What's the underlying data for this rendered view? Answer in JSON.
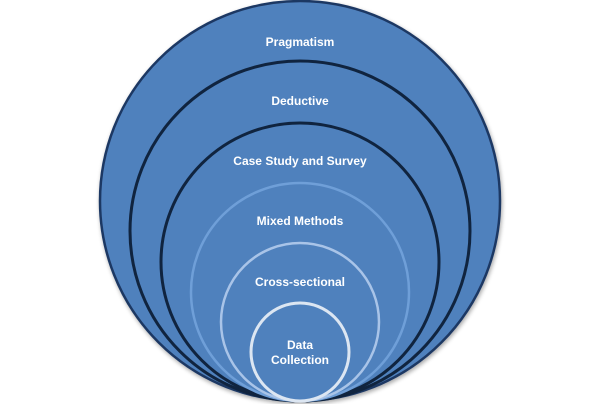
{
  "diagram": {
    "fill_color": "#4f81bd",
    "rings": [
      {
        "label": "Pragmatism",
        "stroke": "#1f3864"
      },
      {
        "label": "Deductive",
        "stroke": "#10243f"
      },
      {
        "label": "Case Study and Survey",
        "stroke": "#10243f"
      },
      {
        "label": "Mixed Methods",
        "stroke": "#6f9fd8"
      },
      {
        "label": "Cross-sectional",
        "stroke": "#a9c4e8"
      },
      {
        "label_line1": "Data",
        "label_line2": "Collection",
        "stroke": "#dce6f2"
      }
    ]
  }
}
